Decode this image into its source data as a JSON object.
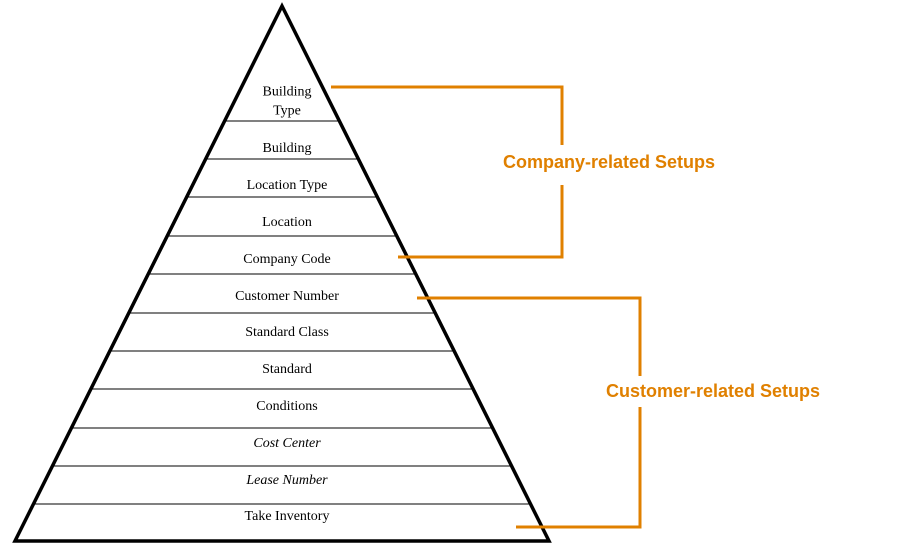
{
  "diagram": {
    "type": "pyramid",
    "levels": [
      {
        "label": [
          "Building",
          "Type"
        ],
        "italic": false
      },
      {
        "label": [
          "Building"
        ],
        "italic": false
      },
      {
        "label": [
          "Location Type"
        ],
        "italic": false
      },
      {
        "label": [
          "Location"
        ],
        "italic": false
      },
      {
        "label": [
          "Company Code"
        ],
        "italic": false
      },
      {
        "label": [
          "Customer Number"
        ],
        "italic": false
      },
      {
        "label": [
          "Standard Class"
        ],
        "italic": false
      },
      {
        "label": [
          "Standard"
        ],
        "italic": false
      },
      {
        "label": [
          "Conditions"
        ],
        "italic": false
      },
      {
        "label": [
          "Cost Center"
        ],
        "italic": true
      },
      {
        "label": [
          "Lease Number"
        ],
        "italic": true
      },
      {
        "label": [
          "Take Inventory"
        ],
        "italic": false
      }
    ],
    "groups": [
      {
        "label": "Company-related Setups",
        "from_level": 0,
        "to_level": 4
      },
      {
        "label": "Customer-related Setups",
        "from_level": 5,
        "to_level": 11
      }
    ],
    "colors": {
      "outline": "#000000",
      "bracket": "#e08000",
      "group_text": "#e08000"
    }
  }
}
